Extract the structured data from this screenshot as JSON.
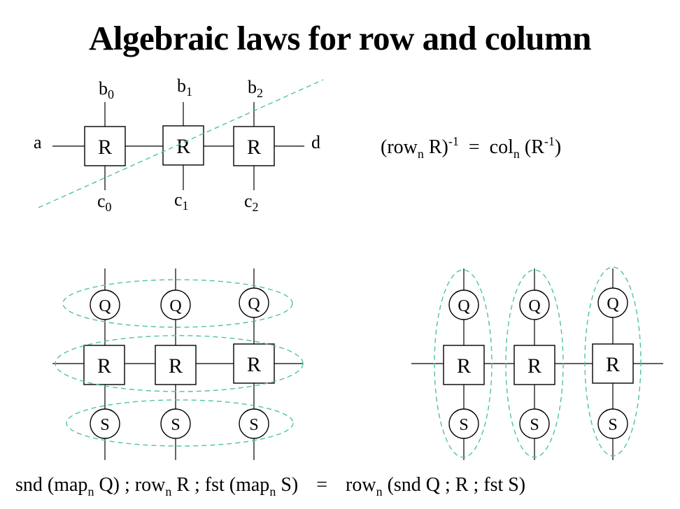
{
  "title": "Algebraic laws for row and column",
  "top_diagram": {
    "box_label": "R",
    "left_input": "a",
    "right_output": "d",
    "top_labels": [
      {
        "base": "b",
        "sub": "0"
      },
      {
        "base": "b",
        "sub": "1"
      },
      {
        "base": "b",
        "sub": "2"
      }
    ],
    "bottom_labels": [
      {
        "base": "c",
        "sub": "0"
      },
      {
        "base": "c",
        "sub": "1"
      },
      {
        "base": "c",
        "sub": "2"
      }
    ]
  },
  "equation_top": {
    "lhs_open": "(row",
    "lhs_sub": "n",
    "lhs_mid": " R)",
    "lhs_sup": "-1",
    "equals": "=",
    "rhs_start": "col",
    "rhs_sub": "n",
    "rhs_mid": " (R",
    "rhs_sup": "-1",
    "rhs_close": ")"
  },
  "lower_diagrams": {
    "q_label": "Q",
    "r_label": "R",
    "s_label": "S"
  },
  "equation_bottom": {
    "p1": "snd (map",
    "p1_sub": "n",
    "p2": " Q) ; row",
    "p2_sub": "n",
    "p3": " R ; fst (map",
    "p3_sub": "n",
    "p4": " S)",
    "equals": "=",
    "p5": "row",
    "p5_sub": "n",
    "p6": " (snd Q ; R ; fst S)"
  },
  "colors": {
    "dashed_outline": "#4fc1a8",
    "ink": "#000000"
  }
}
